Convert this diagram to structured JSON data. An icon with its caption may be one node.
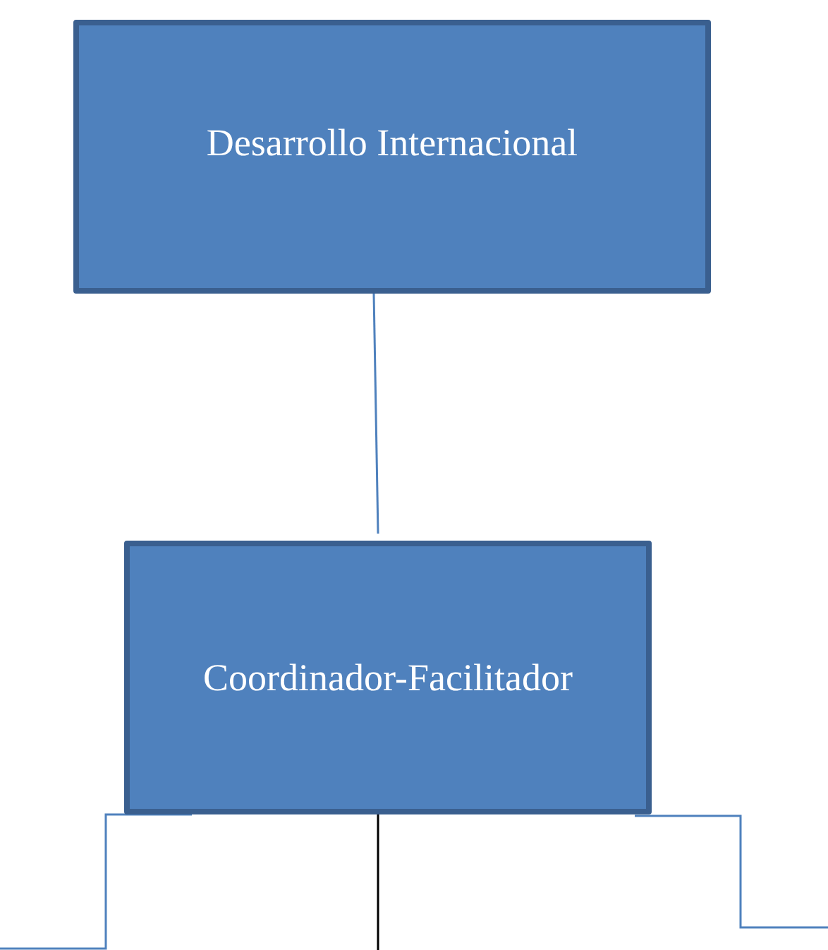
{
  "diagram": {
    "nodes": [
      {
        "text": [
          "Desarrollo Internacional"
        ]
      },
      {
        "text": [
          "Coordinador-Facilitador"
        ]
      }
    ],
    "edges": [
      {
        "from": 0,
        "to": 1,
        "arrow": "none"
      },
      {
        "from": 1,
        "to": null,
        "arrow": "none"
      },
      {
        "from": 1,
        "to": null,
        "arrow": "none",
        "color": "#000000"
      },
      {
        "from": 1,
        "to": null,
        "arrow": "none"
      }
    ]
  }
}
